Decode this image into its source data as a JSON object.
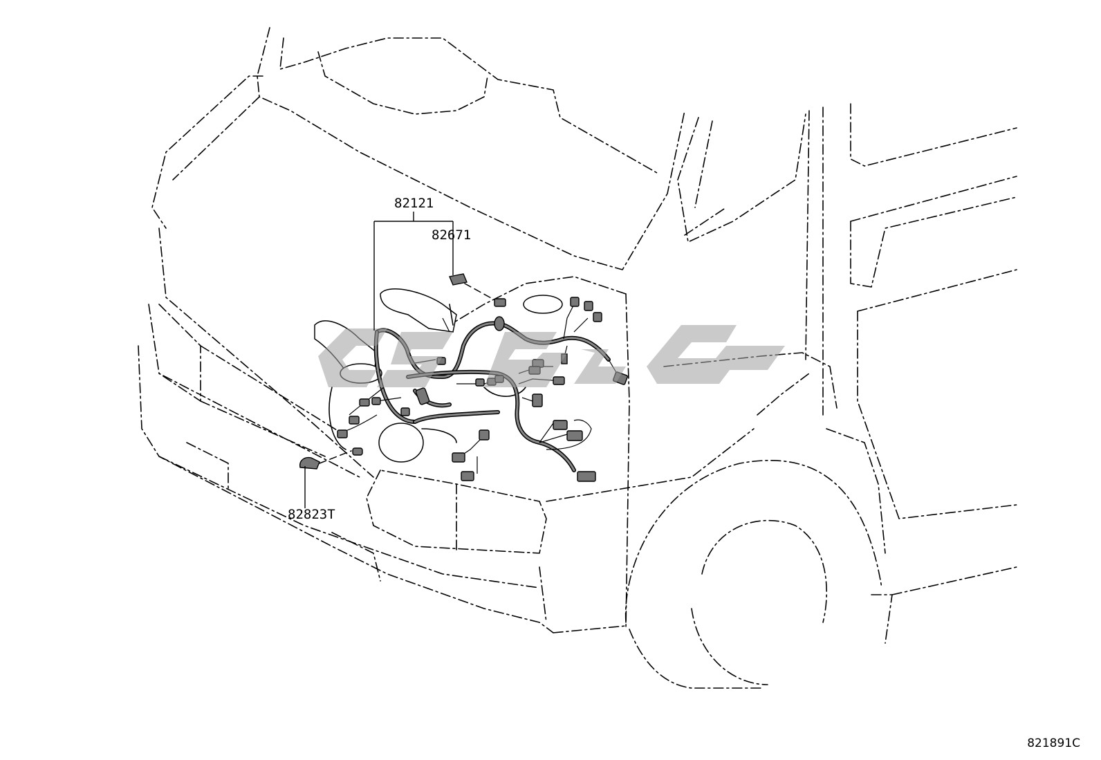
{
  "diagram": {
    "callouts": [
      {
        "id": "callout-82121",
        "label": "82121"
      },
      {
        "id": "callout-82671",
        "label": "82671"
      },
      {
        "id": "callout-82823t",
        "label": "82823T"
      }
    ],
    "reference_code": "821891C"
  },
  "colors": {
    "line": "#000000",
    "watermark": "#9e9e9e",
    "harness_fill": "#888888",
    "background": "#ffffff"
  }
}
